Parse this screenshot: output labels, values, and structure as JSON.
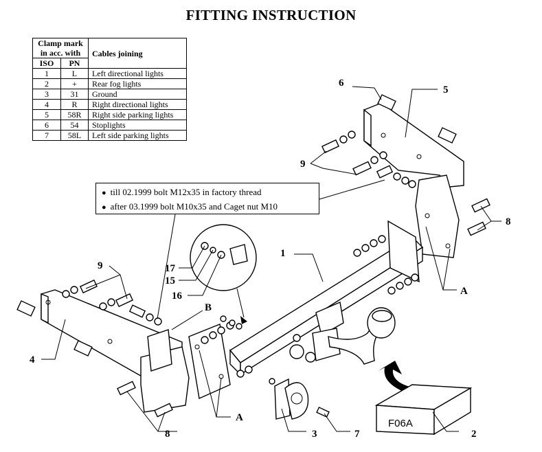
{
  "title": "FITTING INSTRUCTION",
  "table": {
    "header_clamp": "Clamp mark in acc. with",
    "header_iso": "ISO",
    "header_pn": "PN",
    "header_cables": "Cables joining",
    "rows": [
      {
        "iso": "1",
        "pn": "L",
        "cable": "Left directional lights"
      },
      {
        "iso": "2",
        "pn": "+",
        "cable": "Rear fog lights"
      },
      {
        "iso": "3",
        "pn": "31",
        "cable": "Ground"
      },
      {
        "iso": "4",
        "pn": "R",
        "cable": "Right directional lights"
      },
      {
        "iso": "5",
        "pn": "58R",
        "cable": "Right side parking lights"
      },
      {
        "iso": "6",
        "pn": "54",
        "cable": "Stoplights"
      },
      {
        "iso": "7",
        "pn": "58L",
        "cable": "Left side parking lights"
      }
    ]
  },
  "notes": [
    "till 02.1999 bolt M12x35 in factory thread",
    "after 03.1999 bolt M10x35 and Caget nut M10"
  ],
  "callouts": {
    "c1": "1",
    "c2": "2",
    "c3": "3",
    "c4": "4",
    "c5": "5",
    "c6": "6",
    "c7": "7",
    "c8a": "8",
    "c8b": "8",
    "c9a": "9",
    "c9b": "9",
    "c15": "15",
    "c16": "16",
    "c17": "17",
    "cA1": "A",
    "cA2": "A",
    "cB": "B"
  },
  "box_label": "F06A"
}
